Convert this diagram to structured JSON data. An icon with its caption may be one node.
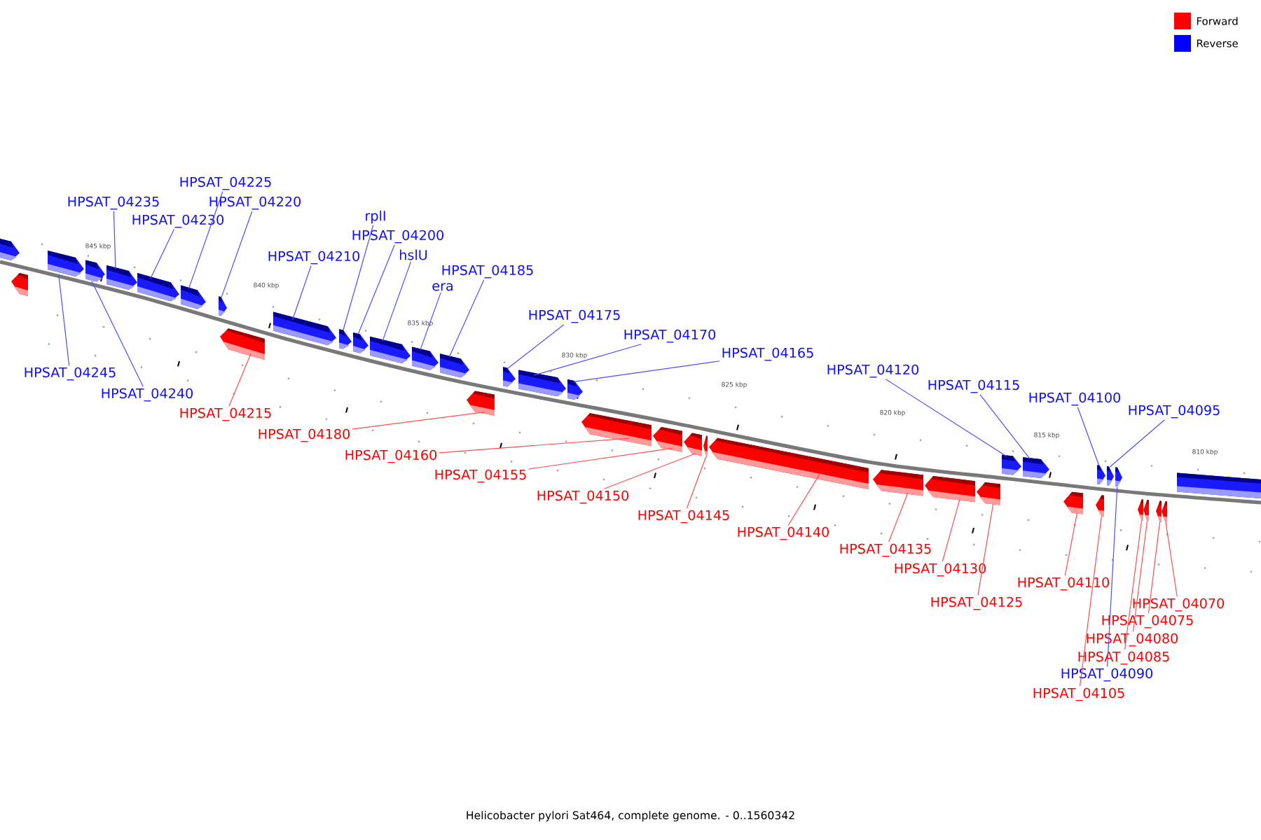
{
  "diagram": {
    "caption": "Helicobacter pylori Sat464, complete genome. - 0..1560342",
    "nodes": [
      {
        "text": [],
        "shape": "bar"
      },
      {
        "text": [],
        "shape": "bar"
      },
      {
        "text": [],
        "shape": "bar"
      },
      {
        "text": [],
        "shape": "bar"
      },
      {
        "text": [],
        "shape": "bar"
      },
      {
        "text": [],
        "shape": "bar"
      },
      {
        "text": [],
        "shape": "bar"
      },
      {
        "text": [],
        "shape": "bar"
      },
      {
        "text": [],
        "shape": "bar"
      },
      {
        "text": [],
        "shape": "bar"
      },
      {
        "text": [],
        "shape": "bar"
      },
      {
        "text": [],
        "shape": "bar"
      },
      {
        "text": [],
        "shape": "bar"
      },
      {
        "text": [],
        "shape": "bar"
      },
      {
        "text": [],
        "shape": "bar"
      },
      {
        "text": [],
        "shape": "bar"
      },
      {
        "text": [],
        "shape": "bar"
      },
      {
        "text": [],
        "shape": "bar"
      },
      {
        "text": [],
        "shape": "bar"
      },
      {
        "text": [],
        "shape": "bar"
      },
      {
        "text": [],
        "shape": "bar"
      },
      {
        "text": [],
        "shape": "bar"
      },
      {
        "text": [],
        "shape": "bar"
      },
      {
        "text": [],
        "shape": "bar"
      },
      {
        "text": [],
        "shape": "bar"
      },
      {
        "text": [],
        "shape": "bar"
      },
      {
        "text": [],
        "shape": "bar"
      },
      {
        "text": [],
        "shape": "bar"
      },
      {
        "text": [],
        "shape": "bar"
      },
      {
        "text": [],
        "shape": "bar"
      },
      {
        "text": [],
        "shape": "bar"
      },
      {
        "text": [],
        "shape": "bar"
      },
      {
        "text": [],
        "shape": "bar"
      },
      {
        "text": [],
        "shape": "bar"
      },
      {
        "text": [],
        "shape": "bar"
      },
      {
        "text": [],
        "shape": "bar"
      },
      {
        "text": [],
        "shape": "bar"
      },
      {
        "text": [],
        "shape": "bar"
      },
      {
        "text": [],
        "shape": "bar"
      },
      {
        "text": [
          "HPSAT_04235"
        ]
      },
      {
        "text": [
          "HPSAT_04225"
        ]
      },
      {
        "text": [
          "HPSAT_04230"
        ]
      },
      {
        "text": [
          "HPSAT_04220"
        ]
      },
      {
        "text": [
          "rplI"
        ]
      },
      {
        "text": [
          "HPSAT_04200"
        ]
      },
      {
        "text": [
          "HPSAT_04210"
        ]
      },
      {
        "text": [
          "hslU"
        ]
      },
      {
        "text": [
          "HPSAT_04185"
        ]
      },
      {
        "text": [
          "era"
        ]
      },
      {
        "text": [
          "HPSAT_04175"
        ]
      },
      {
        "text": [
          "HPSAT_04170"
        ]
      },
      {
        "text": [
          "HPSAT_04165"
        ]
      },
      {
        "text": [
          "HPSAT_04120"
        ]
      },
      {
        "text": [
          "HPSAT_04115"
        ]
      },
      {
        "text": [
          "HPSAT_04100"
        ]
      },
      {
        "text": [
          "HPSAT_04095"
        ]
      },
      {
        "text": [
          "HPSAT_04245"
        ]
      },
      {
        "text": [
          "HPSAT_04240"
        ]
      },
      {
        "text": [
          "HPSAT_04215"
        ]
      },
      {
        "text": [
          "HPSAT_04180"
        ]
      },
      {
        "text": [
          "HPSAT_04160"
        ]
      },
      {
        "text": [
          "HPSAT_04155"
        ]
      },
      {
        "text": [
          "HPSAT_04150"
        ]
      },
      {
        "text": [
          "HPSAT_04145"
        ]
      },
      {
        "text": [
          "HPSAT_04140"
        ]
      },
      {
        "text": [
          "HPSAT_04135"
        ]
      },
      {
        "text": [
          "HPSAT_04130"
        ]
      },
      {
        "text": [
          "HPSAT_04110"
        ]
      },
      {
        "text": [
          "HPSAT_04125"
        ]
      },
      {
        "text": [
          "HPSAT_04070"
        ]
      },
      {
        "text": [
          "HPSAT_04075"
        ]
      },
      {
        "text": [
          "HPSAT_04080"
        ]
      },
      {
        "text": [
          "HPSAT_04085"
        ]
      },
      {
        "text": [
          "HPSAT_04090"
        ]
      },
      {
        "text": [
          "HPSAT_04105"
        ]
      }
    ],
    "edges": [
      {
        "from": 39,
        "to": 4,
        "arrow": "none"
      },
      {
        "from": 40,
        "to": 6,
        "arrow": "none"
      },
      {
        "from": 41,
        "to": 5,
        "arrow": "none"
      },
      {
        "from": 42,
        "to": 7,
        "arrow": "none"
      },
      {
        "from": 43,
        "to": 10,
        "arrow": "none"
      },
      {
        "from": 44,
        "to": 11,
        "arrow": "none"
      },
      {
        "from": 45,
        "to": 9,
        "arrow": "none"
      },
      {
        "from": 46,
        "to": 12,
        "arrow": "none"
      },
      {
        "from": 47,
        "to": 14,
        "arrow": "none"
      },
      {
        "from": 48,
        "to": 13,
        "arrow": "none"
      },
      {
        "from": 49,
        "to": 16,
        "arrow": "none"
      },
      {
        "from": 50,
        "to": 17,
        "arrow": "none"
      },
      {
        "from": 51,
        "to": 18,
        "arrow": "none"
      },
      {
        "from": 52,
        "to": 27,
        "arrow": "none"
      },
      {
        "from": 53,
        "to": 28,
        "arrow": "none"
      },
      {
        "from": 54,
        "to": 31,
        "arrow": "none"
      },
      {
        "from": 55,
        "to": 32,
        "arrow": "none"
      },
      {
        "from": 56,
        "to": 2,
        "arrow": "none"
      },
      {
        "from": 57,
        "to": 3,
        "arrow": "none"
      },
      {
        "from": 58,
        "to": 8,
        "arrow": "none",
        "color": "#ff4d4d"
      },
      {
        "from": 59,
        "to": 15,
        "arrow": "none",
        "color": "#ff4d4d"
      },
      {
        "from": 60,
        "to": 19,
        "arrow": "none",
        "color": "#ff4d4d"
      },
      {
        "from": 61,
        "to": 20,
        "arrow": "none",
        "color": "#ff4d4d"
      },
      {
        "from": 62,
        "to": 21,
        "arrow": "none",
        "color": "#ff4d4d"
      },
      {
        "from": 63,
        "to": 22,
        "arrow": "none",
        "color": "#ff4d4d"
      },
      {
        "from": 64,
        "to": 23,
        "arrow": "none",
        "color": "#ff4d4d"
      },
      {
        "from": 65,
        "to": 24,
        "arrow": "none",
        "color": "#ff4d4d"
      },
      {
        "from": 66,
        "to": 25,
        "arrow": "none",
        "color": "#ff4d4d"
      },
      {
        "from": 67,
        "to": 29,
        "arrow": "none",
        "color": "#ff4d4d"
      },
      {
        "from": 68,
        "to": 26,
        "arrow": "none",
        "color": "#ff4d4d"
      },
      {
        "from": 69,
        "to": 37,
        "arrow": "none",
        "color": "#ff4d4d"
      },
      {
        "from": 70,
        "to": 36,
        "arrow": "none",
        "color": "#ff4d4d"
      },
      {
        "from": 71,
        "to": 35,
        "arrow": "none",
        "color": "#ff4d4d"
      },
      {
        "from": 72,
        "to": 34,
        "arrow": "none",
        "color": "#ff4d4d"
      },
      {
        "from": 73,
        "to": 33,
        "arrow": "none"
      },
      {
        "from": 74,
        "to": 30,
        "arrow": "none",
        "color": "#ff4d4d"
      }
    ],
    "labels": [
      "845 kbp",
      "840 kbp",
      "835 kbp",
      "830 kbp",
      "825 kbp",
      "820 kbp",
      "815 kbp",
      "810 kbp"
    ],
    "legend": [
      {
        "text": "Forward",
        "color": "#ff0000"
      },
      {
        "text": "Reverse",
        "color": "#0000ff"
      }
    ]
  }
}
